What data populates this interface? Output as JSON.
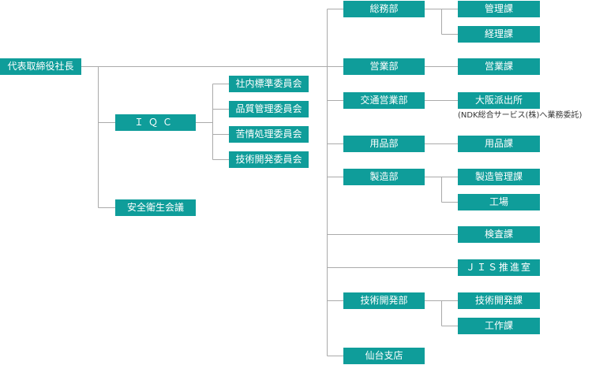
{
  "colors": {
    "box": "#0f9d9a",
    "line": "#aaaaaa",
    "text": "#ffffff"
  },
  "org": {
    "president": "代表取締役社長",
    "iqc": "ＩＱＣ",
    "safety": "安全衛生会議",
    "committees": [
      "社内標準委員会",
      "品質管理委員会",
      "苦情処理委員会",
      "技術開発委員会"
    ],
    "general_affairs": "総務部",
    "management_section": "管理課",
    "accounting_section": "経理課",
    "sales_dept": "営業部",
    "sales_section": "営業課",
    "transport_sales_dept": "交通営業部",
    "osaka_office": "大阪派出所",
    "osaka_note": "(NDK総合サービス(株)へ業務委託)",
    "supplies_dept": "用品部",
    "supplies_section": "用品課",
    "manufacturing_dept": "製造部",
    "mfg_control_section": "製造管理課",
    "factory": "工場",
    "inspection_section": "検査課",
    "jis_office": "ＪＩＳ推進室",
    "tech_dev_dept": "技術開発部",
    "tech_dev_section": "技術開発課",
    "works_section": "工作課",
    "sendai_branch": "仙台支店"
  }
}
